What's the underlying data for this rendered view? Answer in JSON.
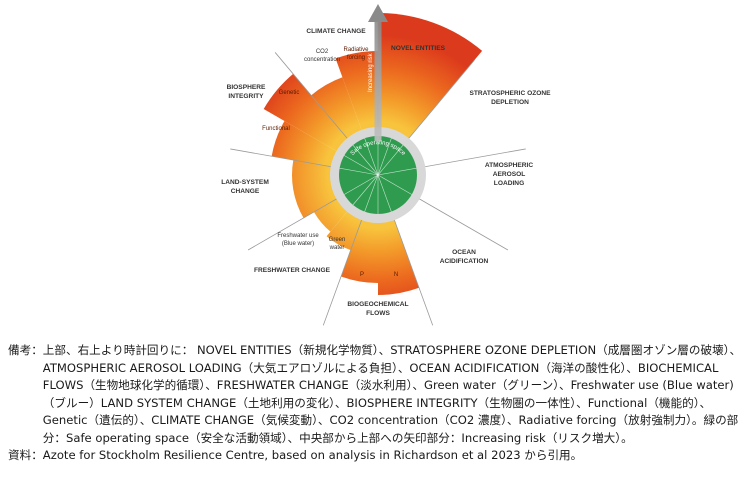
{
  "figure": {
    "labels": {
      "climate_change": "CLIMATE CHANGE",
      "co2_line1": "CO2",
      "co2_line2": "concentration",
      "radiative_line1": "Radiative",
      "radiative_line2": "forcing",
      "novel_entities": "NOVEL ENTITIES",
      "strat_line1": "STRATOSPHERIC OZONE",
      "strat_line2": "DEPLETION",
      "aerosol_line1": "ATMOSPHERIC",
      "aerosol_line2": "AEROSOL",
      "aerosol_line3": "LOADING",
      "ocean_line1": "OCEAN",
      "ocean_line2": "ACIDIFICATION",
      "bio_line1": "BIOGEOCHEMICAL",
      "bio_line2": "FLOWS",
      "p": "P",
      "n": "N",
      "freshwater_change": "FRESHWATER CHANGE",
      "blue_line1": "Freshwater use",
      "blue_line2": "(Blue water)",
      "green_line1": "Green",
      "green_line2": "water",
      "land_line1": "LAND-SYSTEM",
      "land_line2": "CHANGE",
      "biosphere_line1": "BIOSPHERE",
      "biosphere_line2": "INTEGRITY",
      "genetic": "Genetic",
      "functional": "Functional",
      "safe_space": "Safe operating space",
      "increasing_risk": "Increasing risk"
    },
    "colors": {
      "safe_green": "#2e9b4e",
      "ring_grey": "#d6d6d6",
      "orange_light": "#f7b23b",
      "orange_mid": "#f07a1e",
      "red_dark": "#d9321c",
      "line_grey": "#9a9a9a"
    }
  },
  "notes": {
    "label1": "備考：",
    "text1": "上部、右上より時計回りに： NOVEL ENTITIES（新規化学物質）、STRATOSPHERE OZONE DEPLETION（成層圏オゾン層の破壊）、ATMOSPHERIC AEROSOL LOADING（大気エアロゾルによる負担）、OCEAN ACIDIFICATION（海洋の酸性化）、BIOCHEMICAL FLOWS（生物地球化学的循環）、FRESHWATER CHANGE（淡水利用）、Green water（グリーン）、Freshwater use (Blue water) （ブルー）LAND SYSTEM CHANGE（土地利用の変化）、BIOSPHERE INTEGRITY（生物圏の一体性）、Functional（機能的）、Genetic（遺伝的）、CLIMATE CHANGE（気候変動）、CO2 concentration（CO2 濃度）、Radiative forcing（放射強制力）。緑の部分：Safe operating space（安全な活動領域）、中央部から上部への矢印部分：Increasing risk（リスク増大）。",
    "label2": "資料：",
    "text2": "Azote for Stockholm Resilience Centre, based on analysis in Richardson et al 2023 から引用。"
  }
}
